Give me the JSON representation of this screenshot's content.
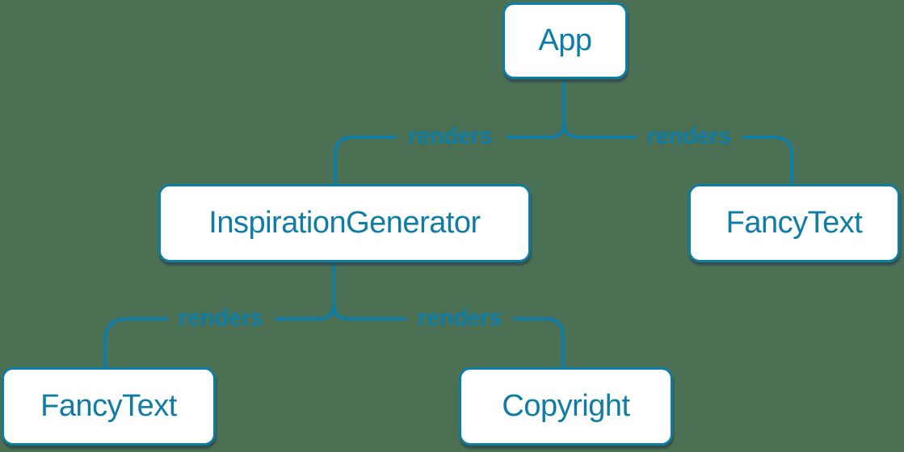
{
  "colors": {
    "accent": "#0e7ca5",
    "background": "#4c7054",
    "node_background": "#ffffff"
  },
  "diagram": {
    "nodes": [
      {
        "id": "app",
        "label": "App"
      },
      {
        "id": "inspiration-generator",
        "label": "InspirationGenerator"
      },
      {
        "id": "fancy-text-top-right",
        "label": "FancyText"
      },
      {
        "id": "fancy-text-bottom-left",
        "label": "FancyText"
      },
      {
        "id": "copyright",
        "label": "Copyright"
      }
    ],
    "edges": [
      {
        "from": "App",
        "to": "InspirationGenerator",
        "label": "renders"
      },
      {
        "from": "App",
        "to": "FancyText",
        "label": "renders"
      },
      {
        "from": "InspirationGenerator",
        "to": "FancyText",
        "label": "renders"
      },
      {
        "from": "InspirationGenerator",
        "to": "Copyright",
        "label": "renders"
      }
    ]
  }
}
